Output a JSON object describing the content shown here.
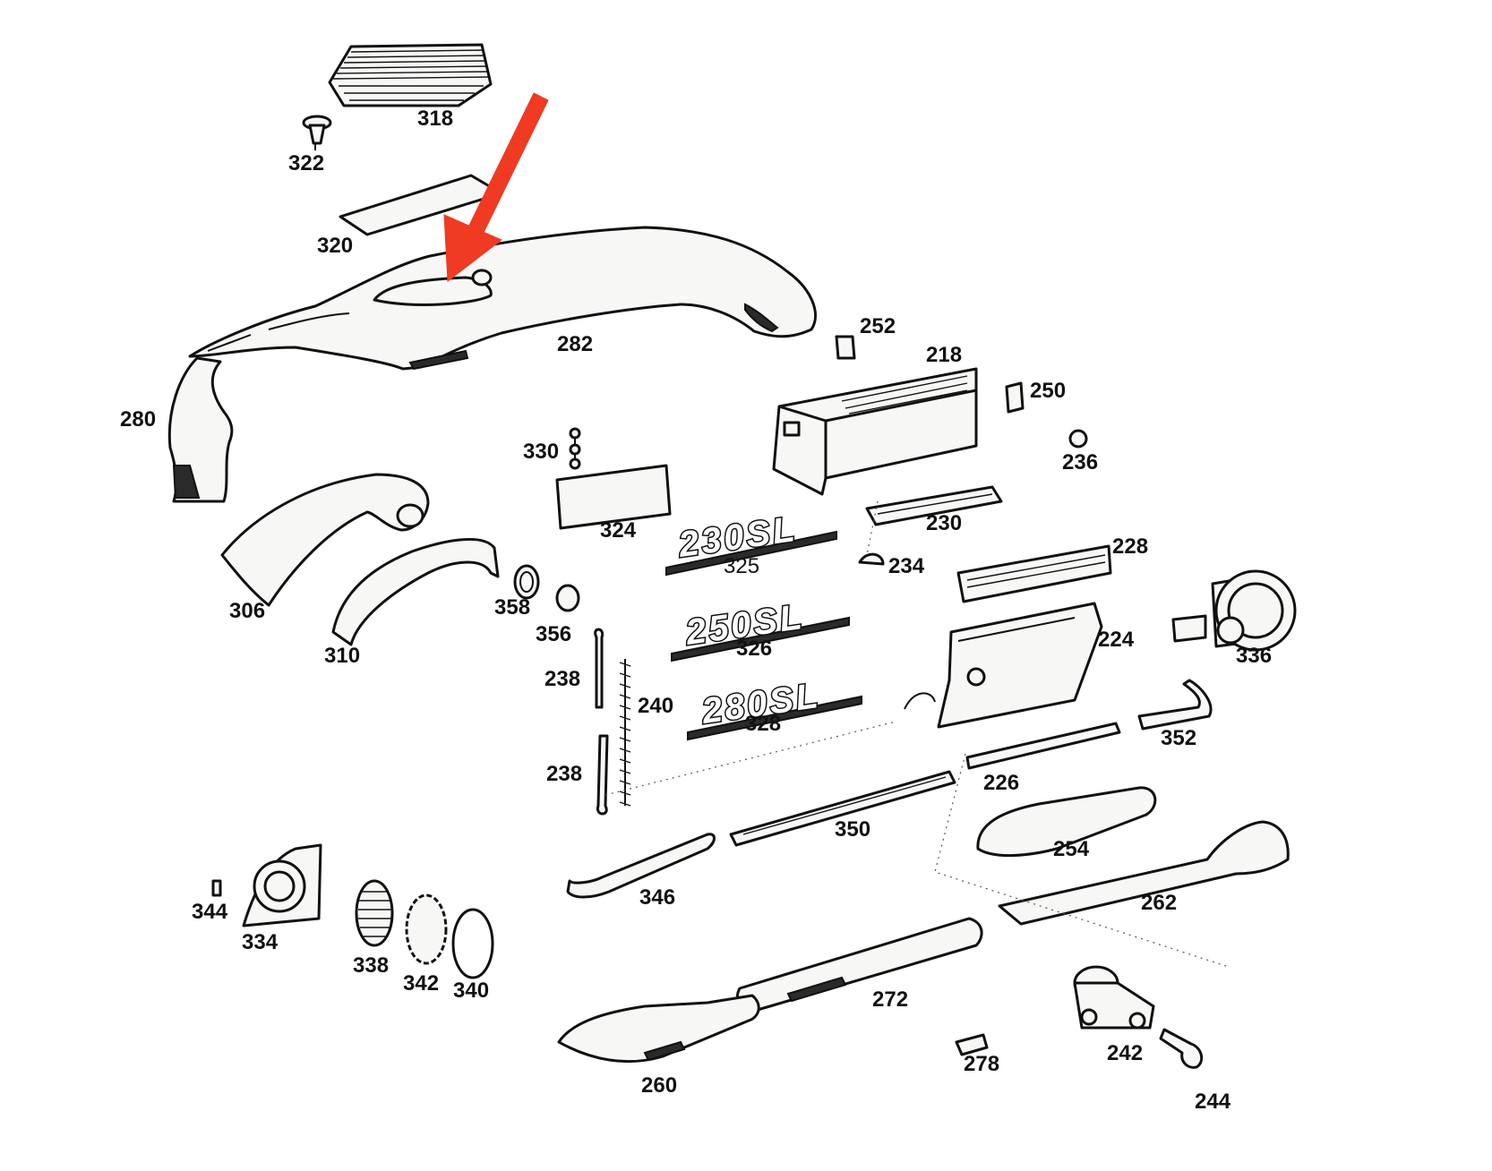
{
  "diagram": {
    "highlight_color": "#f03a22",
    "line_color": "#111111",
    "callouts": [
      "318",
      "322",
      "320",
      "282",
      "280",
      "252",
      "218",
      "250",
      "236",
      "330",
      "324",
      "230",
      "325",
      "234",
      "228",
      "306",
      "310",
      "358",
      "356",
      "326",
      "224",
      "336",
      "238",
      "240",
      "328",
      "352",
      "226",
      "350",
      "254",
      "346",
      "262",
      "344",
      "334",
      "338",
      "342",
      "340",
      "272",
      "278",
      "242",
      "260",
      "244"
    ],
    "badges": {
      "b230": "230SL",
      "b250": "250SL",
      "b280": "280SL"
    }
  }
}
